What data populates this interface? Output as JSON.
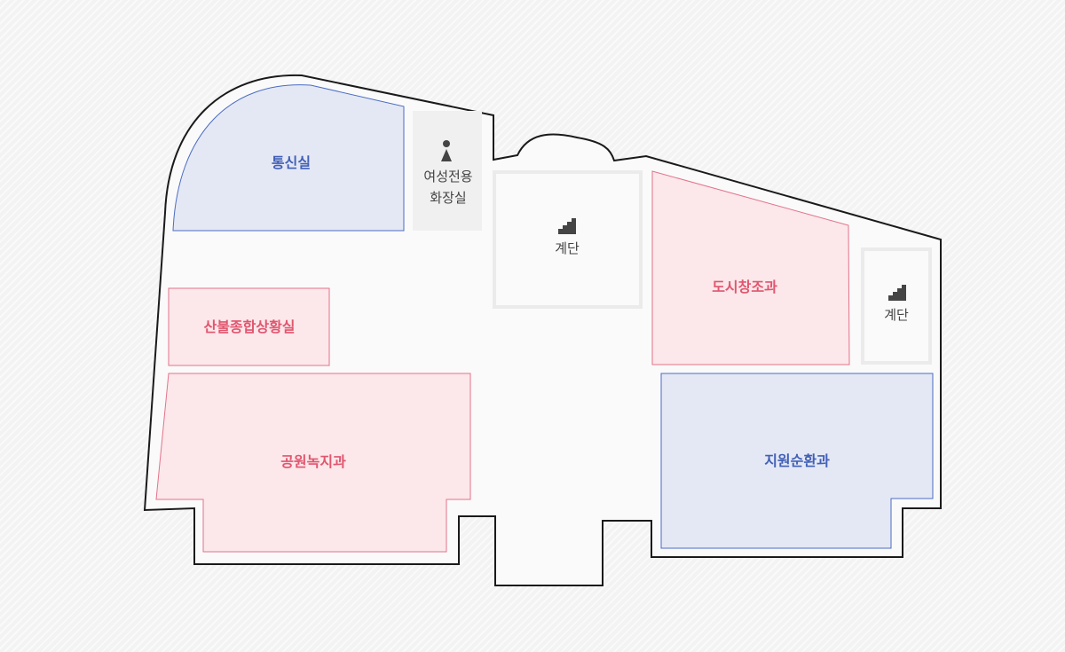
{
  "colors": {
    "background": "#f3f3f3",
    "building_fill": "#fafafa",
    "building_outline": "#1a1a1a",
    "blue_room_fill": "#e4e8f5",
    "blue_room_stroke": "#4a6cc1",
    "blue_text": "#4260b6",
    "red_room_fill": "#fce7ea",
    "red_room_stroke": "#e3738a",
    "red_text": "#e0566f",
    "utility_fill": "#f0f0f0",
    "utility_text": "#444444"
  },
  "rooms": {
    "comm": {
      "label": "통신실",
      "theme": "blue"
    },
    "forest": {
      "label": "산불종합상황실",
      "theme": "red"
    },
    "park": {
      "label": "공원녹지과",
      "theme": "red"
    },
    "urban": {
      "label": "도시창조과",
      "theme": "red"
    },
    "resource": {
      "label": "지원순환과",
      "theme": "blue"
    }
  },
  "facilities": {
    "restroom": {
      "line1": "여성전용",
      "line2": "화장실",
      "icon": "female-restroom-icon"
    },
    "stairs_center": {
      "label": "계단",
      "icon": "stairs-icon"
    },
    "stairs_right": {
      "label": "계단",
      "icon": "stairs-icon"
    }
  }
}
